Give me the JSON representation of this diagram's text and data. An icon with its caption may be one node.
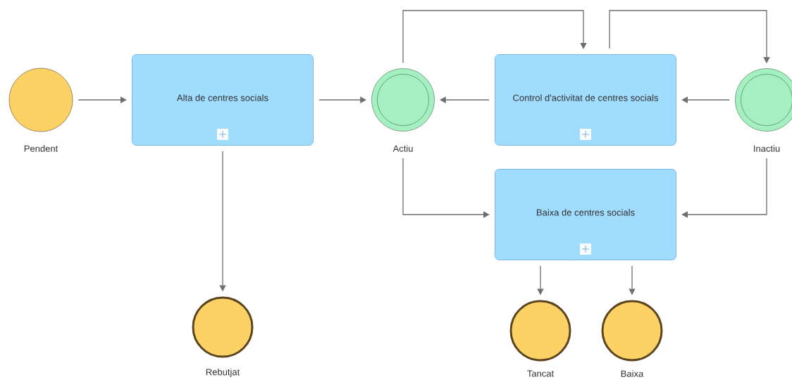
{
  "diagram": {
    "nodes": [
      {
        "text": [
          "Pendent"
        ]
      },
      {
        "text": [
          "Alta de centres socials"
        ]
      },
      {
        "text": [
          "Actiu"
        ]
      },
      {
        "text": [
          "Control d'activitat de centres socials"
        ]
      },
      {
        "text": [
          "Inactiu"
        ]
      },
      {
        "text": [
          "Baixa de centres socials"
        ]
      },
      {
        "text": [
          "Rebutjat"
        ]
      },
      {
        "text": [
          "Tancat"
        ]
      },
      {
        "text": [
          "Baixa"
        ]
      }
    ],
    "edges": [
      {
        "from": 0,
        "to": 1,
        "arrow": "to"
      },
      {
        "from": 1,
        "to": 2,
        "arrow": "to"
      },
      {
        "from": 1,
        "to": 6,
        "arrow": "to"
      },
      {
        "from": 3,
        "to": 2,
        "arrow": "to"
      },
      {
        "from": 4,
        "to": 3,
        "arrow": "to"
      },
      {
        "from": 2,
        "to": 3,
        "arrow": "to"
      },
      {
        "from": 3,
        "to": 4,
        "arrow": "to"
      },
      {
        "from": 2,
        "to": 5,
        "arrow": "to"
      },
      {
        "from": 4,
        "to": 5,
        "arrow": "to"
      },
      {
        "from": 5,
        "to": 7,
        "arrow": "to"
      },
      {
        "from": 5,
        "to": 8,
        "arrow": "to"
      }
    ]
  }
}
